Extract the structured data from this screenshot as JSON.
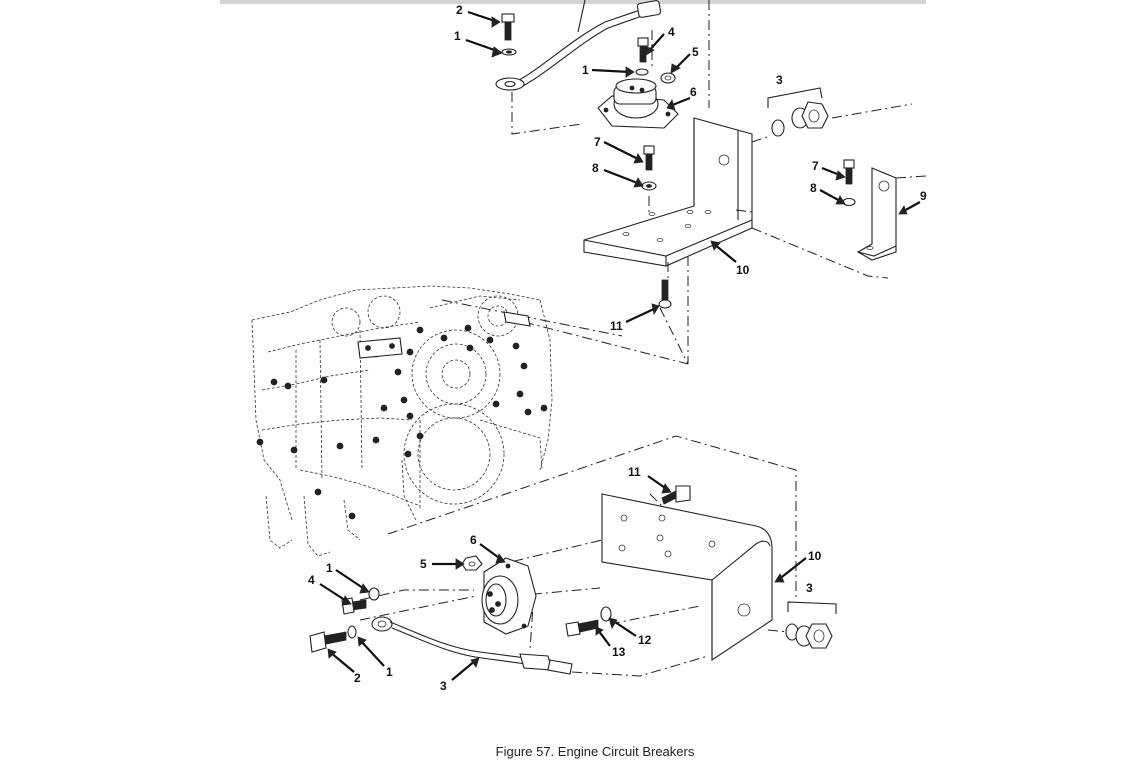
{
  "figure": {
    "caption": "Figure 57. Engine Circuit Breakers"
  },
  "callouts": [
    {
      "id": "upper-2",
      "text": "2"
    },
    {
      "id": "upper-1a",
      "text": "1"
    },
    {
      "id": "upper-4",
      "text": "4"
    },
    {
      "id": "upper-5",
      "text": "5"
    },
    {
      "id": "upper-1b",
      "text": "1"
    },
    {
      "id": "upper-6",
      "text": "6"
    },
    {
      "id": "upper-3",
      "text": "3"
    },
    {
      "id": "upper-7a",
      "text": "7"
    },
    {
      "id": "upper-8a",
      "text": "8"
    },
    {
      "id": "upper-7b",
      "text": "7"
    },
    {
      "id": "upper-8b",
      "text": "8"
    },
    {
      "id": "upper-9",
      "text": "9"
    },
    {
      "id": "upper-10",
      "text": "10"
    },
    {
      "id": "upper-11",
      "text": "11"
    },
    {
      "id": "lower-11",
      "text": "11"
    },
    {
      "id": "lower-6",
      "text": "6"
    },
    {
      "id": "lower-5",
      "text": "5"
    },
    {
      "id": "lower-10",
      "text": "10"
    },
    {
      "id": "lower-1a",
      "text": "1"
    },
    {
      "id": "lower-4",
      "text": "4"
    },
    {
      "id": "lower-3a",
      "text": "3"
    },
    {
      "id": "lower-12",
      "text": "12"
    },
    {
      "id": "lower-13",
      "text": "13"
    },
    {
      "id": "lower-1b",
      "text": "1"
    },
    {
      "id": "lower-2",
      "text": "2"
    },
    {
      "id": "lower-3b",
      "text": "3"
    }
  ]
}
